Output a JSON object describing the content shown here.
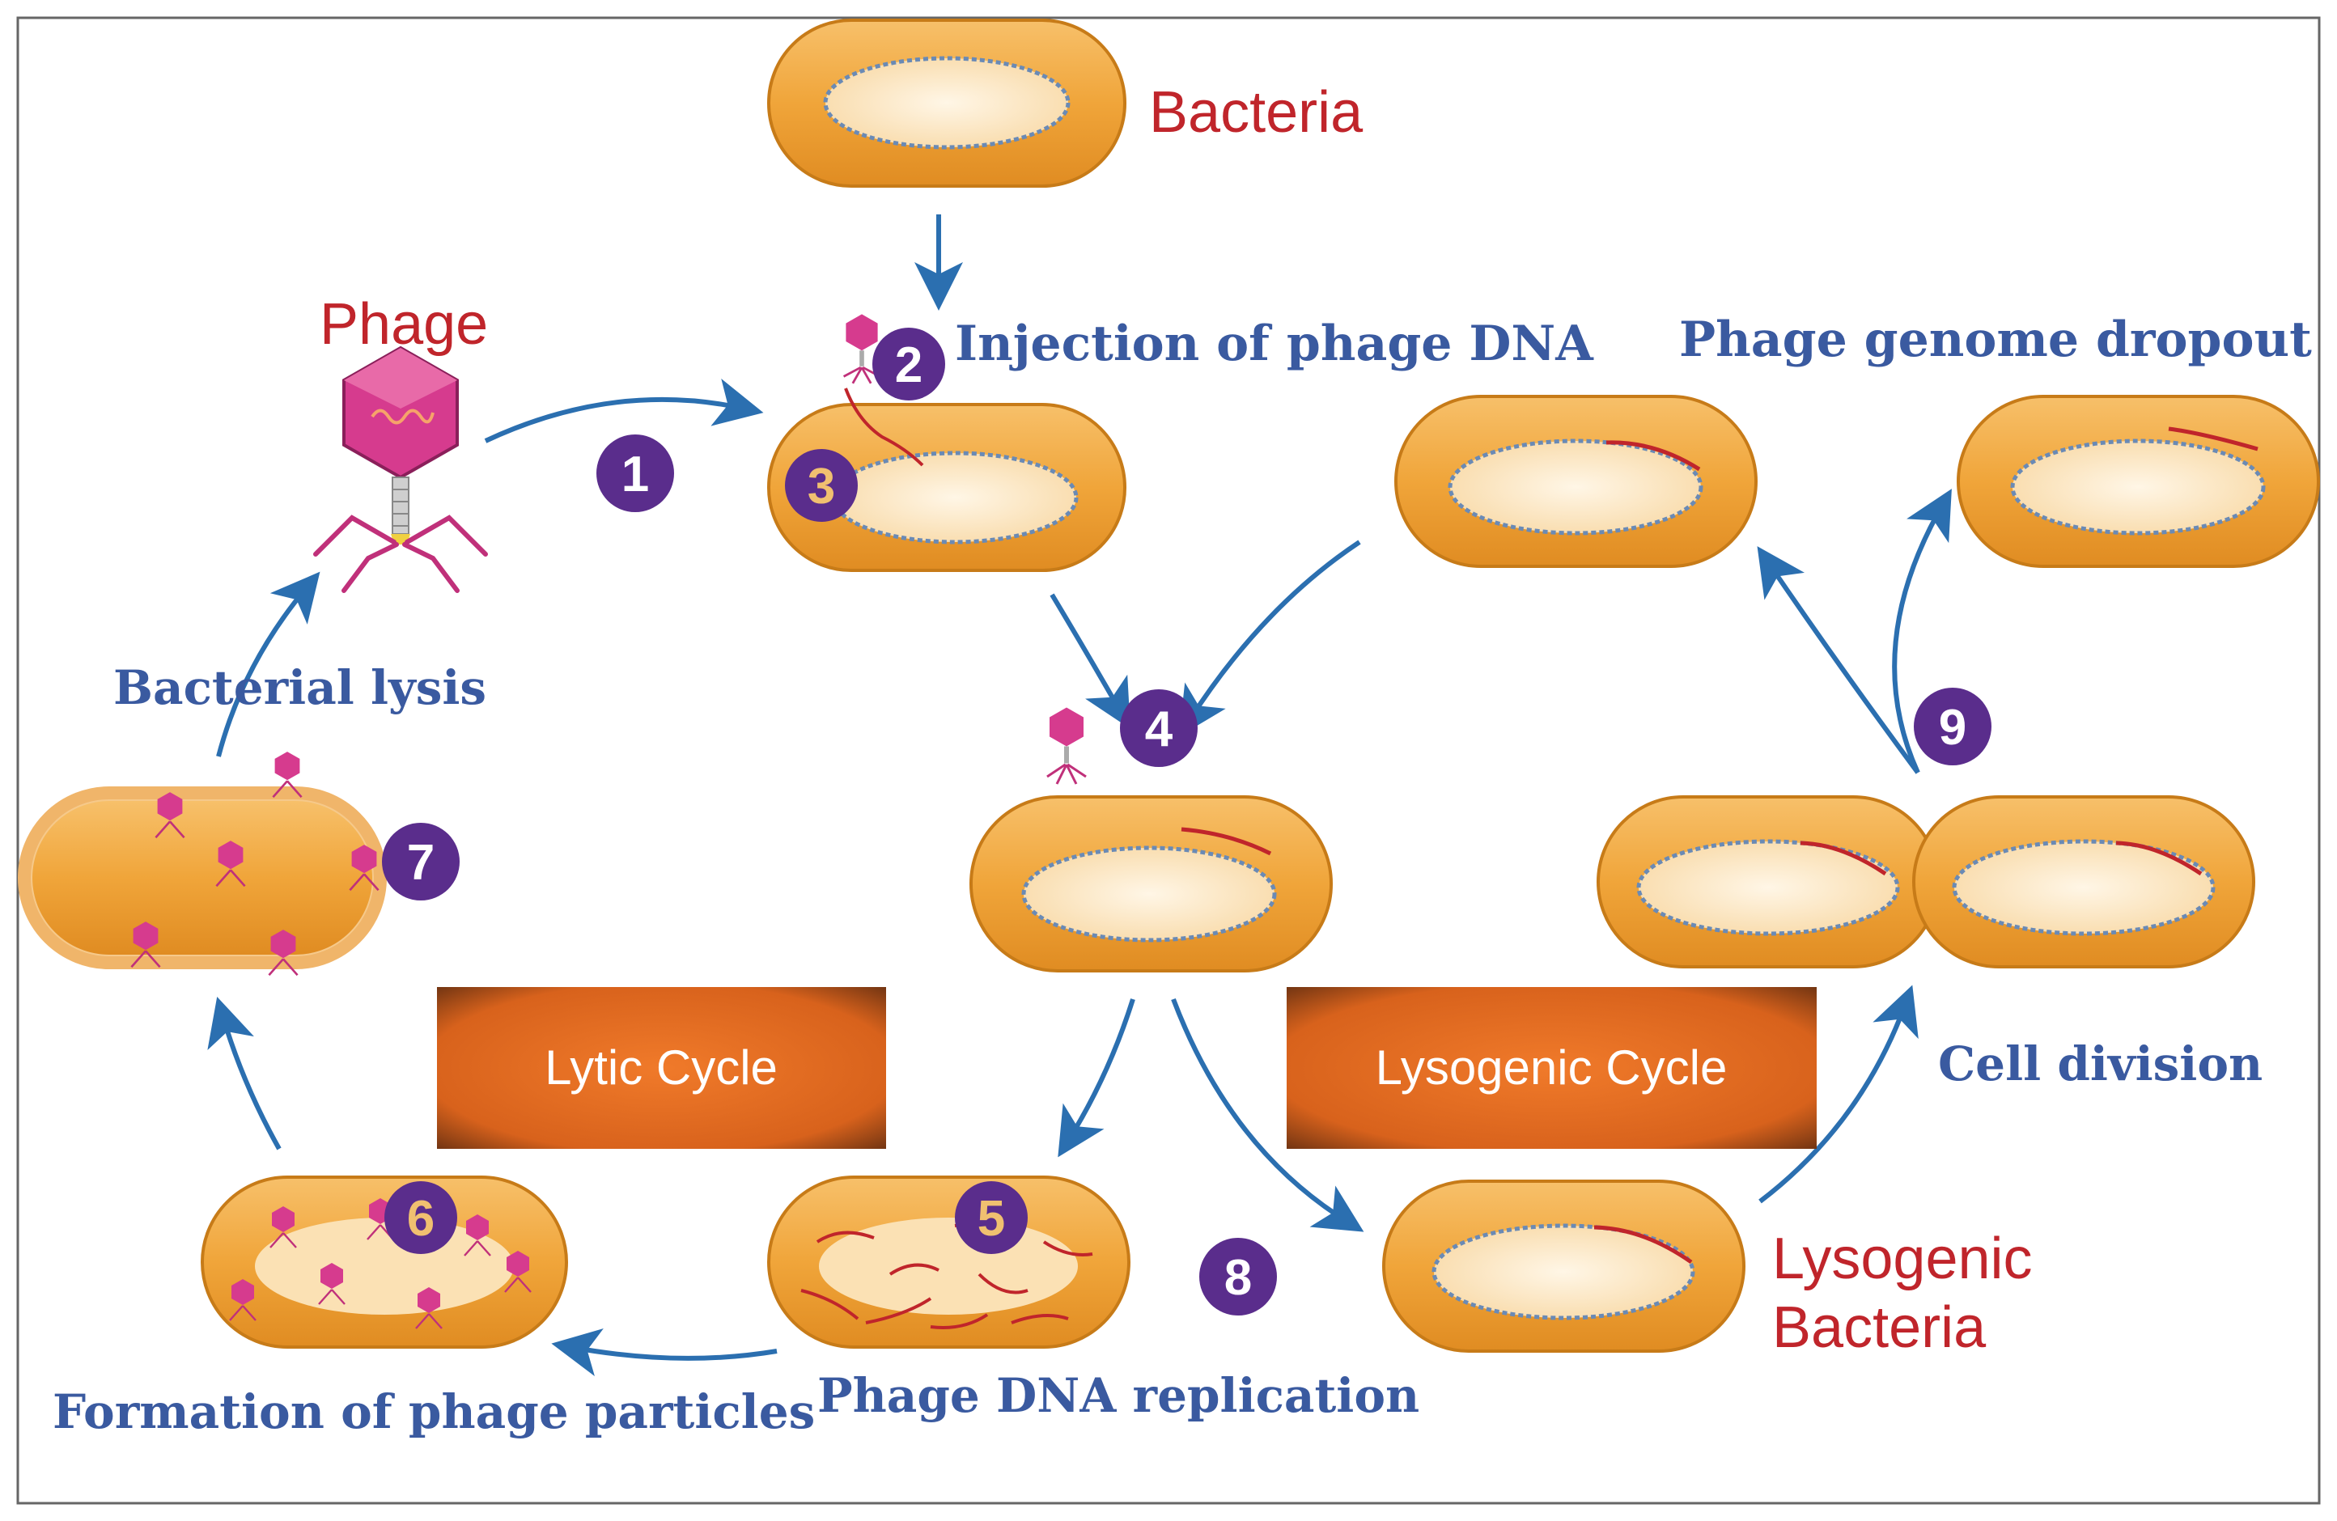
{
  "labels": {
    "bacteria": "Bacteria",
    "phage": "Phage",
    "injection": "Injection of phage DNA",
    "genome_dropout": "Phage genome dropout",
    "bacterial_lysis": "Bacterial lysis",
    "cell_division": "Cell division",
    "dna_replication": "Phage DNA replication",
    "formation_particles": "Formation of phage particles",
    "lysogenic_bacteria_1": "Lysogenic",
    "lysogenic_bacteria_2": "Bacteria"
  },
  "cycles": {
    "lytic": "Lytic Cycle",
    "lysogenic": "Lysogenic Cycle"
  },
  "steps": [
    "1",
    "2",
    "3",
    "4",
    "5",
    "6",
    "7",
    "8",
    "9"
  ],
  "colors": {
    "title_red": "#c0252b",
    "label_blue": "#3a5aa0",
    "arrow_blue": "#2b6fb0",
    "badge_purple": "#5a2d8c",
    "cell_orange": "#f0a53a",
    "cell_inner": "#fbe4c0",
    "cycle_box": "#e06a1e"
  }
}
